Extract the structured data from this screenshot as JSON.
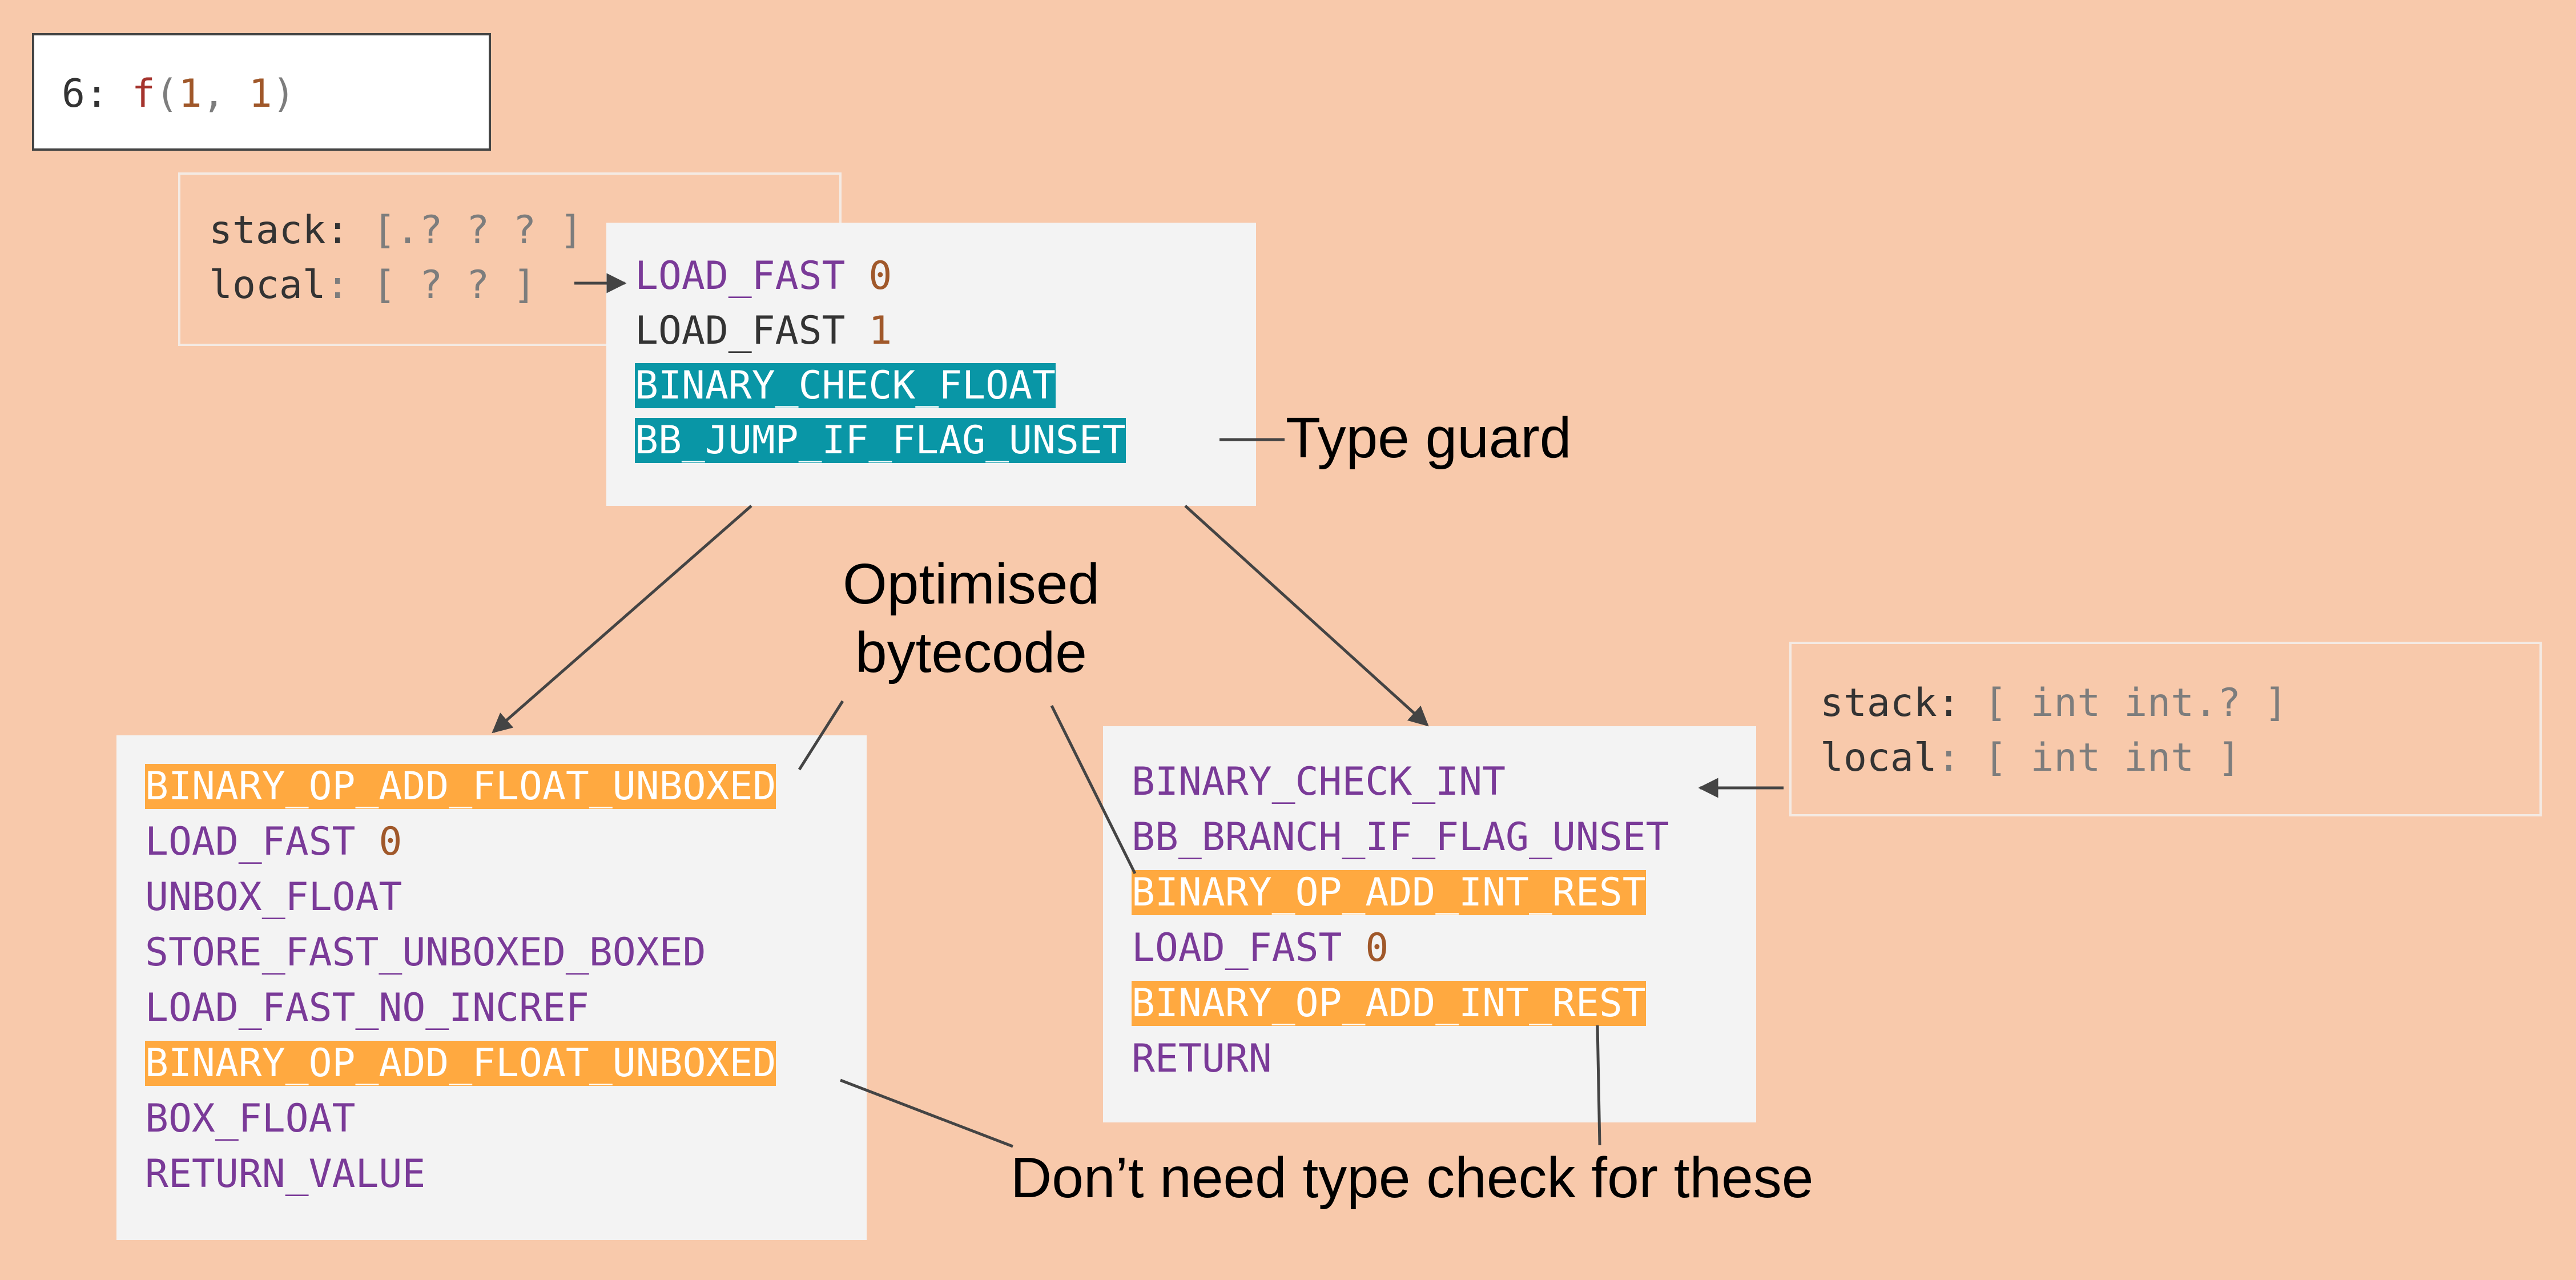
{
  "call": {
    "prefix": "6: ",
    "fn": "f",
    "open": "(",
    "a1": "1",
    "sep": ", ",
    "a2": "1",
    "close": ")"
  },
  "state_top": {
    "stack_key": "stack:",
    "stack_val": " [.? ? ? ]",
    "local_key": "local",
    "local_colon": ":",
    "local_val": " [ ? ? ]"
  },
  "state_right": {
    "stack_key": "stack:",
    "stack_val": " [ int int.? ]",
    "local_key": "local",
    "local_colon": ":",
    "local_val": " [ int int ]"
  },
  "entry_block": [
    {
      "op": "LOAD_FAST",
      "arg": "0",
      "style": "purple"
    },
    {
      "op": "LOAD_FAST",
      "arg": "1",
      "style": "dark"
    },
    {
      "op": "BINARY_CHECK_FLOAT",
      "arg": "",
      "style": "teal"
    },
    {
      "op": "BB_JUMP_IF_FLAG_UNSET",
      "arg": "",
      "style": "teal"
    }
  ],
  "float_block": [
    {
      "op": "BINARY_OP_ADD_FLOAT_UNBOXED",
      "arg": "",
      "style": "orange"
    },
    {
      "op": "LOAD_FAST",
      "arg": "0",
      "style": "purple"
    },
    {
      "op": "UNBOX_FLOAT",
      "arg": "",
      "style": "purple"
    },
    {
      "op": "STORE_FAST_UNBOXED_BOXED",
      "arg": "",
      "style": "purple"
    },
    {
      "op": "LOAD_FAST_NO_INCREF",
      "arg": "",
      "style": "purple"
    },
    {
      "op": "BINARY_OP_ADD_FLOAT_UNBOXED",
      "arg": "",
      "style": "orange"
    },
    {
      "op": "BOX_FLOAT",
      "arg": "",
      "style": "purple"
    },
    {
      "op": "RETURN_VALUE",
      "arg": "",
      "style": "purple"
    }
  ],
  "int_block": [
    {
      "op": "BINARY_CHECK_INT",
      "arg": "",
      "style": "purple"
    },
    {
      "op": "BB_BRANCH_IF_FLAG_UNSET",
      "arg": "",
      "style": "purple"
    },
    {
      "op": "BINARY_OP_ADD_INT_REST",
      "arg": "",
      "style": "orange"
    },
    {
      "op": "LOAD_FAST",
      "arg": "0",
      "style": "purple"
    },
    {
      "op": "BINARY_OP_ADD_INT_REST",
      "arg": "",
      "style": "orange"
    },
    {
      "op": "RETURN",
      "arg": "",
      "style": "purple"
    }
  ],
  "labels": {
    "type_guard": "Type guard",
    "optimised_1": "Optimised",
    "optimised_2": "bytecode",
    "no_check": "Don’t need type check for these"
  },
  "colors": {
    "background": "#f8c9ab",
    "teal": "#0996a6",
    "orange": "#ffa940",
    "opcode": "#7a3a98",
    "number": "#a0582a",
    "panel": "#f3f3f3"
  }
}
